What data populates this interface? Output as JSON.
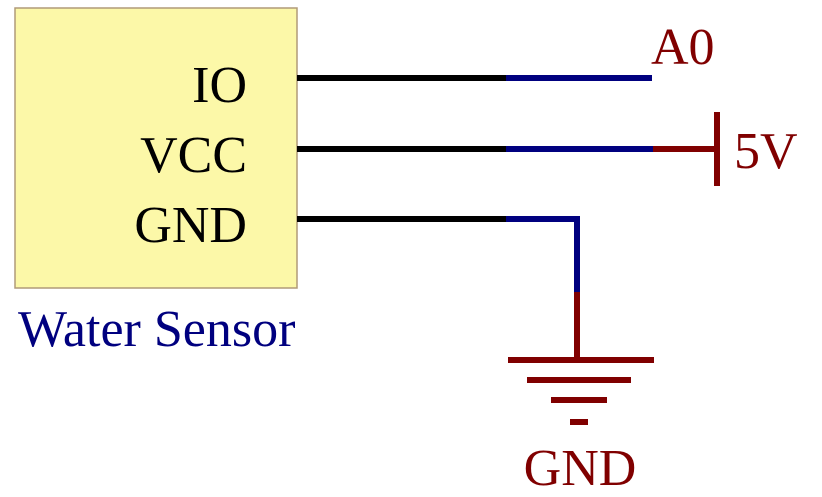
{
  "component": {
    "pins": [
      "IO",
      "VCC",
      "GND"
    ],
    "name": "Water Sensor"
  },
  "nets": {
    "signal": "A0",
    "power": "5V",
    "ground": "GND"
  },
  "colors": {
    "component_fill": "#fcf8a8",
    "component_border": "#b09a78",
    "pin_wire": "#000000",
    "net_wire": "#00007f",
    "symbol": "#800000",
    "pin_text": "#000000",
    "caption_text": "#00007f",
    "net_text": "#800000"
  }
}
